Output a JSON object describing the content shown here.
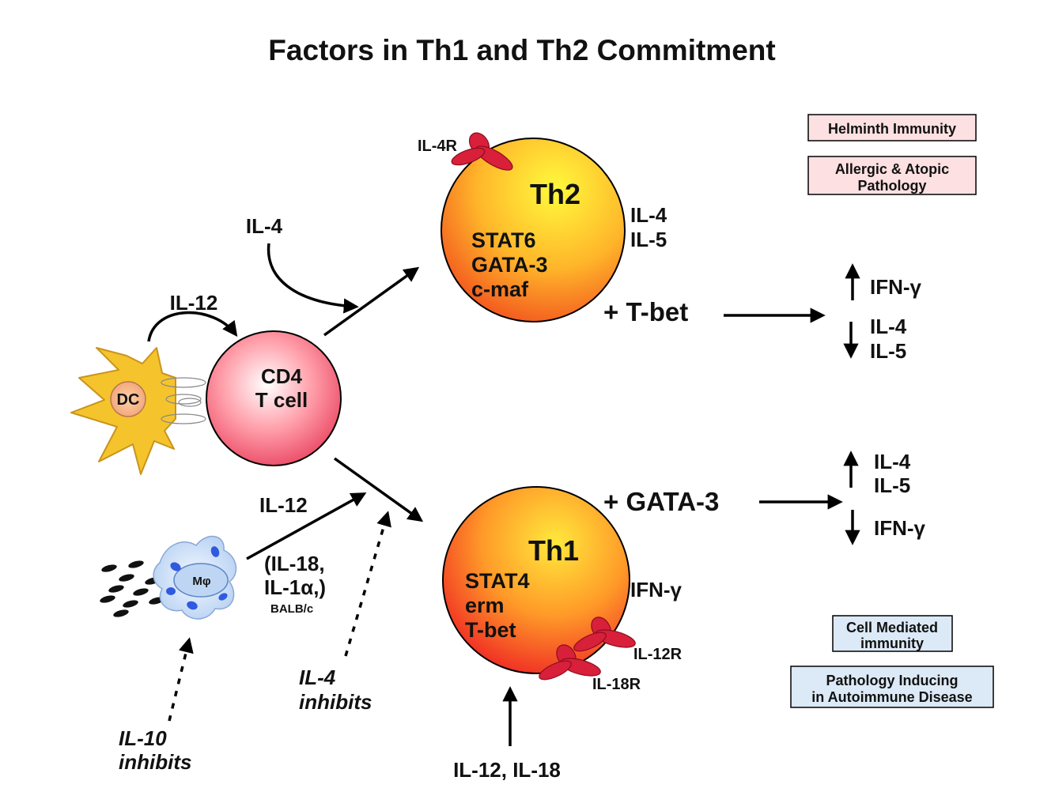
{
  "title": "Factors in Th1 and Th2 Commitment",
  "cells": {
    "dc": "DC",
    "macrophage": "Mφ",
    "cd4_line1": "CD4",
    "cd4_line2": "T cell",
    "th2_name": "Th2",
    "th2_factors": [
      "STAT6",
      "GATA-3",
      "c-maf"
    ],
    "th1_name": "Th1",
    "th1_factors": [
      "STAT4",
      "erm",
      "T-bet"
    ]
  },
  "receptors": {
    "il4r": "IL-4R",
    "il12r": "IL-12R",
    "il18r": "IL-18R"
  },
  "inputs": {
    "il12_dc": "IL-12",
    "il4_th2": "IL-4",
    "il12_mac": "IL-12",
    "mac_extra_1": "(IL-18,",
    "mac_extra_2": "IL-1α,)",
    "mac_strain": "BALB/c",
    "il12_il18_bottom": "IL-12, IL-18"
  },
  "inhibitors": {
    "il4_line1": "IL-4",
    "il4_line2": "inhibits",
    "il10_line1": "IL-10",
    "il10_line2": "inhibits"
  },
  "outputs": {
    "th2_cytokines": [
      "IL-4",
      "IL-5"
    ],
    "th1_cytokine": "IFN-γ"
  },
  "switches": {
    "tbet_label": "+ T-bet",
    "tbet_up": [
      "IFN-γ"
    ],
    "tbet_down": [
      "IL-4",
      "IL-5"
    ],
    "gata3_label": "+ GATA-3",
    "gata3_up": [
      "IL-4",
      "IL-5"
    ],
    "gata3_down": [
      "IFN-γ"
    ]
  },
  "outcome_boxes": {
    "th2": [
      {
        "lines": [
          "Helminth Immunity"
        ]
      },
      {
        "lines": [
          "Allergic & Atopic",
          "Pathology"
        ]
      }
    ],
    "th1": [
      {
        "lines": [
          "Cell Mediated",
          "immunity"
        ]
      },
      {
        "lines": [
          "Pathology Inducing",
          "in Autoimmune Disease"
        ]
      }
    ]
  },
  "colors": {
    "th2_box_fill": "#fde0e2",
    "th1_box_fill": "#dce9f6",
    "receptor": "#d8203a",
    "dc_fill": "#f5c42c",
    "macrophage_fill": "#c8dcf6",
    "macrophage_dots": "#2f5ae0"
  }
}
